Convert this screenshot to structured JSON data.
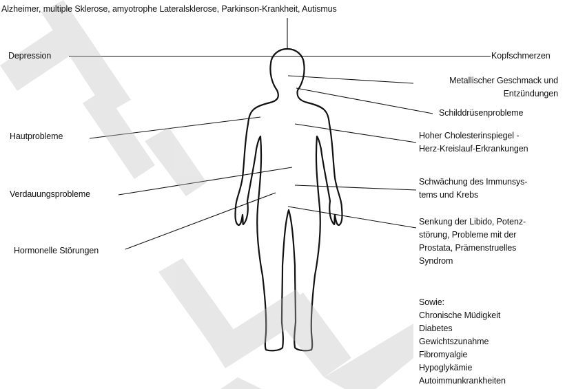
{
  "labels": {
    "top": "Alzheimer, multiple Sklerose, amyotrophe Lateralsklerose, Parkinson-Krankheit, Autismus",
    "depression": "Depression",
    "kopfschmerzen": "Kopfschmerzen",
    "metallischer": "Metallischer Geschmack und\nEntzündungen",
    "schilddruese": "Schilddrüsenprobleme",
    "haut": "Hautprobleme",
    "cholesterin": "Hoher Cholesterinspiegel -\nHerz-Kreislauf-Erkrankungen",
    "verdauung": "Verdauungsprobleme",
    "immun": "Schwächung des Immunsys-\ntems und Krebs",
    "hormonell": "Hormonelle Störungen",
    "libido": "Senkung der Libido, Potenz-\nstörung, Probleme mit der\nProstata, Prämenstruelles\nSyndrom",
    "sowie": "Sowie:\nChronische Müdigkeit\nDiabetes\nGewichtszunahme\nFibromyalgie\nHypoglykämie\nAutoimmunkrankheiten"
  },
  "colors": {
    "line": "#111111",
    "watermark": "#c8c8c8"
  }
}
